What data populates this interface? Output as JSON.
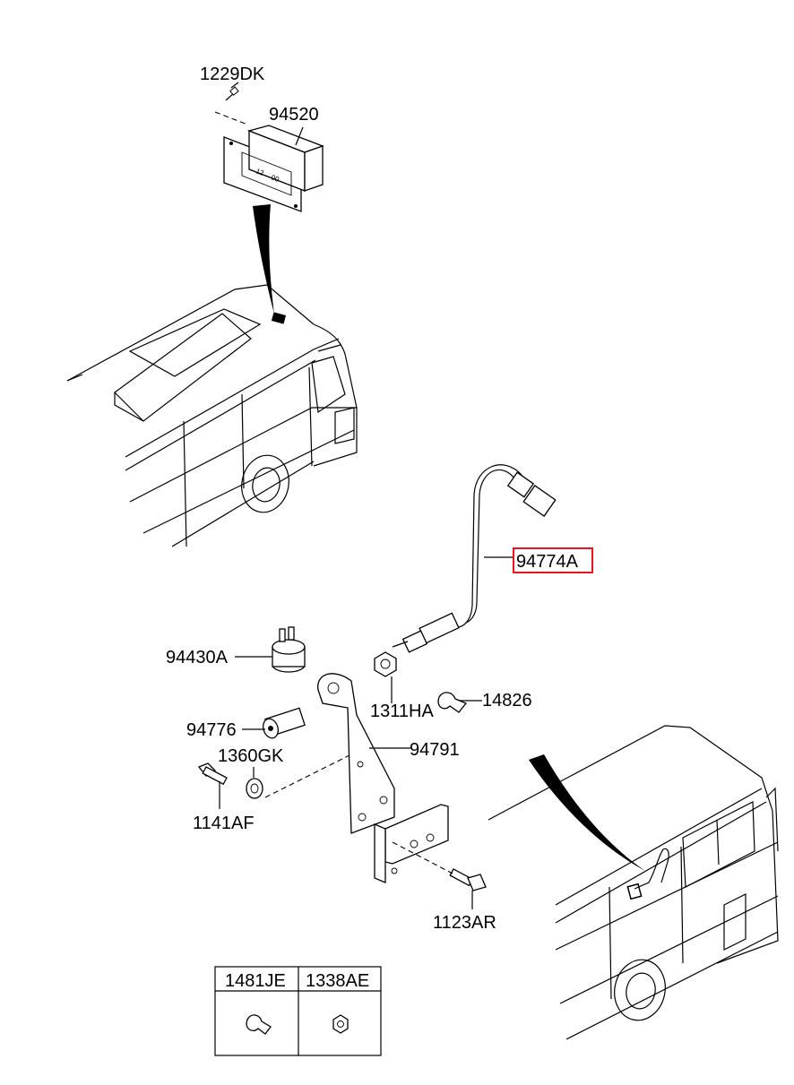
{
  "labels": {
    "p1229DK": "1229DK",
    "p94520": "94520",
    "p94774A": "94774A",
    "p94430A": "94430A",
    "p1311HA": "1311HA",
    "p14826": "14826",
    "p94776": "94776",
    "p94791": "94791",
    "p1360GK": "1360GK",
    "p1141AF": "1141AF",
    "p1123AR": "1123AR"
  },
  "display": {
    "value": "12",
    "unit": "00"
  },
  "legend": {
    "col1": "1481JE",
    "col2": "1338AE"
  },
  "highlight_color": "#e8141e"
}
